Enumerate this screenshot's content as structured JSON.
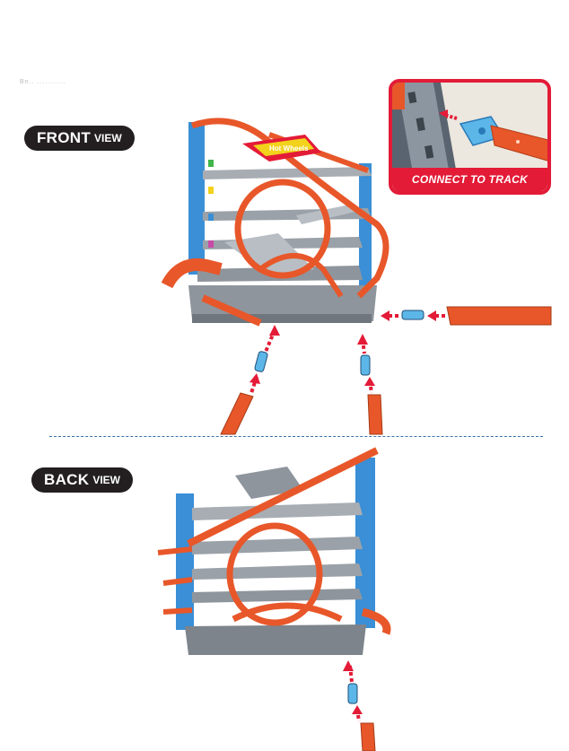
{
  "page": {
    "faint_header": "Bn.. ...........",
    "front_label": {
      "main": "FRONT",
      "sub": "VIEW"
    },
    "back_label": {
      "main": "BACK",
      "sub": "VIEW"
    },
    "callout": {
      "text": "CONNECT TO TRACK"
    },
    "logo_text": "Hot Wheels",
    "colors": {
      "tower_blue": "#3a8fd6",
      "track_orange": "#e8572a",
      "floor_gray": "#a7adb3",
      "arrow_red": "#e31b37",
      "label_bg": "#231f20",
      "divider": "#3a6ea5"
    }
  }
}
